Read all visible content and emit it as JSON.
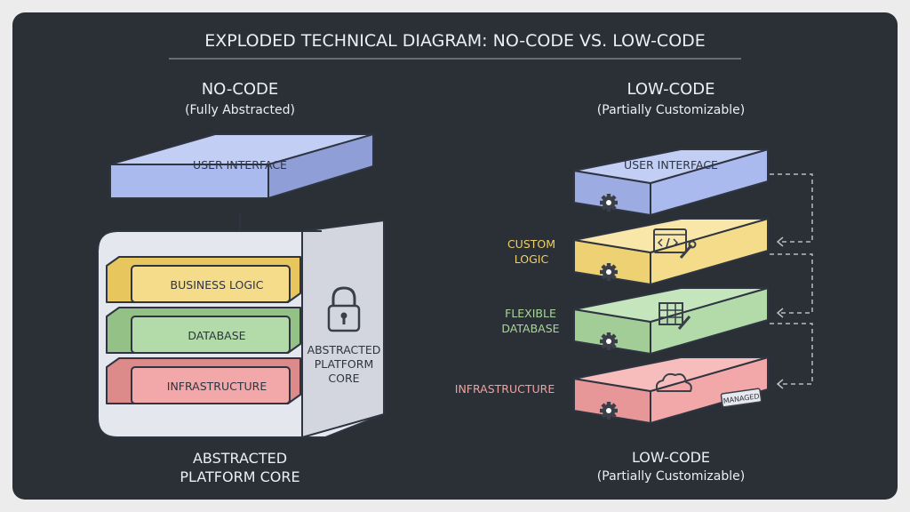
{
  "title": "EXPLODED TECHNICAL DIAGRAM: NO-CODE VS. LOW-CODE",
  "colors": {
    "background": "#2b2f36",
    "blue": "#aab9ee",
    "yellow": "#f5dc8a",
    "green": "#b3dbaa",
    "red": "#f2a8a8",
    "container": "#e5e7ee",
    "yellow_text": "#ecd16a",
    "green_text": "#a8d79b",
    "red_text": "#f2a0a0"
  },
  "no_code": {
    "heading": "NO-CODE",
    "subheading": "(Fully Abstracted)",
    "ui_layer": "USER INTERFACE",
    "layers": [
      "BUSINESS LOGIC",
      "DATABASE",
      "INFRASTRUCTURE"
    ],
    "side_label": [
      "ABSTRACTED",
      "PLATFORM",
      "CORE"
    ],
    "footer": [
      "ABSTRACTED",
      "PLATFORM CORE"
    ],
    "icons": {
      "arrow": "arrow-down-icon",
      "lock": "lock-icon"
    }
  },
  "low_code": {
    "heading": "LOW-CODE",
    "subheading": "(Partially Customizable)",
    "ui_layer": "USER INTERFACE",
    "labels": {
      "custom_logic": [
        "CUSTOM",
        "LOGIC"
      ],
      "flexible_database": [
        "FLEXIBLE",
        "DATABASE"
      ],
      "infrastructure": "INFRASTRUCTURE",
      "managed_badge": "MANAGED"
    },
    "footer": [
      "LOW-CODE",
      "(Partially Customizable)"
    ],
    "icons": {
      "gear": "gear-icon",
      "code": "code-wrench-icon",
      "table": "table-edit-icon",
      "cloud": "cloud-icon"
    }
  }
}
